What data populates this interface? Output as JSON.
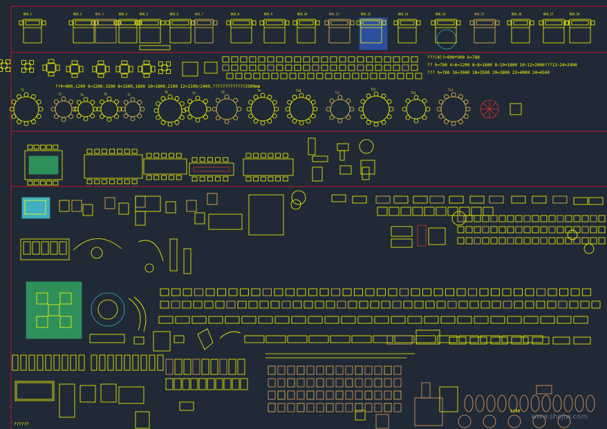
{
  "colors": {
    "background": "#1f2a36",
    "frame": "#c8102e",
    "primary": "#ffff00",
    "accent": "#f2c84b",
    "orange": "#f0a060",
    "green": "#2f8f5a",
    "blue": "#2d4fa0",
    "cyan": "#3fb0c0",
    "magenta": "#d040d0",
    "red": "#e03030"
  },
  "labels": {
    "table_sizes_row": "??4=900,1200    6=1200,1500    8=1500,1800    10=1800,2100    12=2100/2400,?????????????2500mm",
    "spec_line1": "???(4)?=900*900  h=780",
    "spec_line2": "?? h=780   4~6=1200   6~8=1600   8~10=1800   10~12=2000???12~24=2400",
    "spec_line3": "??? h=780   16=3040   18=3500   20=3800   22=4000   24=4500",
    "bottom_left_note": "??????",
    "small_tag": "1140",
    "watermark": "www.shejiw.com"
  }
}
